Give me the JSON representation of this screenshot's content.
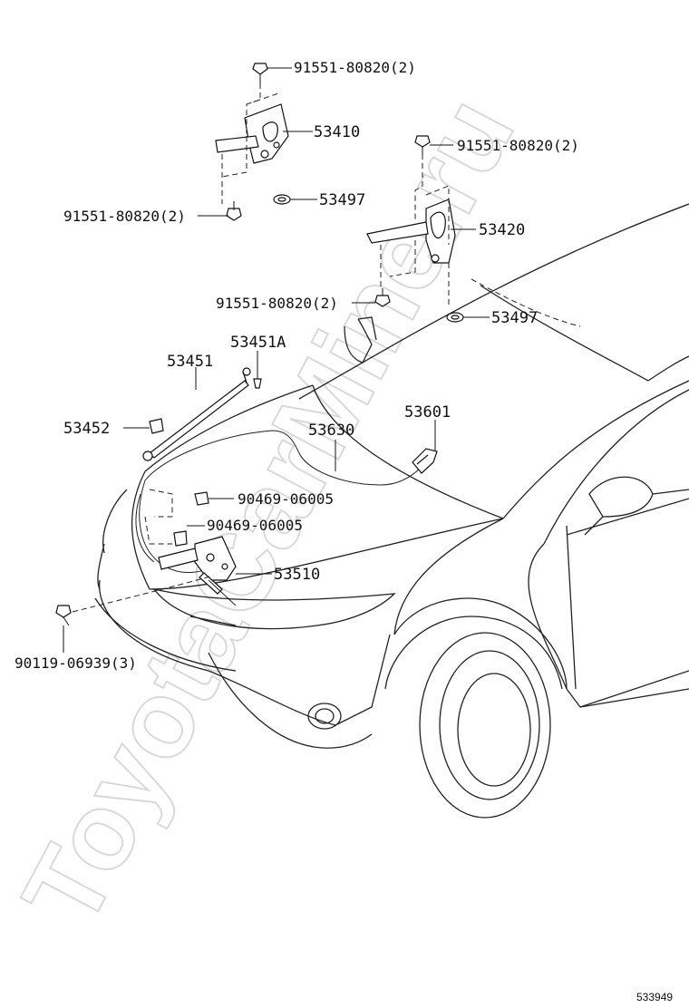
{
  "watermark": "ToyotaCarMine.ru",
  "reference_code": "533949",
  "labels": {
    "bolt_top_left": "91551-80820(2)",
    "hinge_left": "53410",
    "bolt_left_lower": "91551-80820(2)",
    "pad_left": "53497",
    "bolt_top_right": "91551-80820(2)",
    "hinge_right": "53420",
    "bolt_right_lower": "91551-80820(2)",
    "pad_right": "53497",
    "support_rod_clip": "53451A",
    "support_rod": "53451",
    "rod_holder": "53452",
    "release_cable": "53630",
    "release_lever": "53601",
    "clip_upper": "90469-06005",
    "clip_lower": "90469-06005",
    "hood_lock": "53510",
    "lock_bolt": "90119-06939(3)"
  }
}
